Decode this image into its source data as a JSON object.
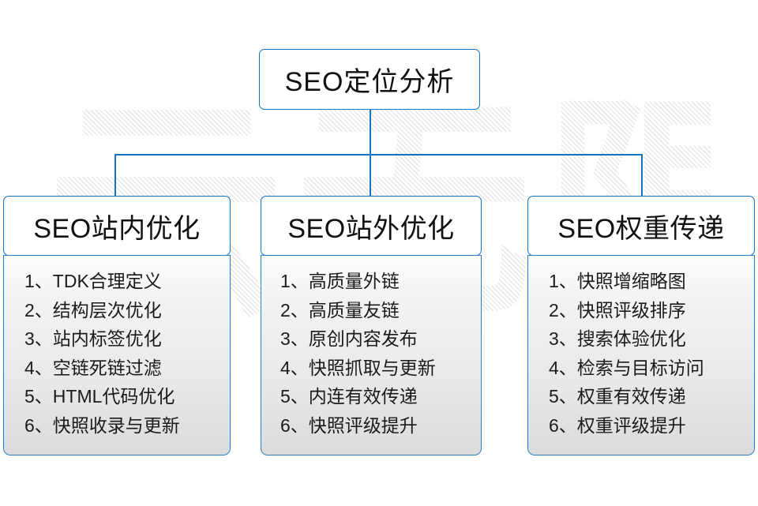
{
  "background": {
    "watermark_text": "云无限",
    "page_bg": "#ffffff"
  },
  "colors": {
    "line": "#1274c4",
    "box_border": "#1274c4",
    "body_border": "#2f7ec4",
    "text": "#111111",
    "list_text": "#1b1b1b",
    "watermark": "#e9e9e9"
  },
  "root": {
    "title": "SEO定位分析"
  },
  "branches": [
    {
      "title": "SEO站内优化",
      "items": [
        "1、TDK合理定义",
        "2、结构层次优化",
        "3、站内标签优化",
        "4、空链死链过滤",
        "5、HTML代码优化",
        "6、快照收录与更新"
      ]
    },
    {
      "title": "SEO站外优化",
      "items": [
        "1、高质量外链",
        "2、高质量友链",
        "3、原创内容发布",
        "4、快照抓取与更新",
        "5、内连有效传递",
        "6、快照评级提升"
      ]
    },
    {
      "title": "SEO权重传递",
      "items": [
        "1、快照增缩略图",
        "2、快照评级排序",
        "3、搜索体验优化",
        "4、检索与目标访问",
        "5、权重有效传递",
        "6、权重评级提升"
      ]
    }
  ]
}
